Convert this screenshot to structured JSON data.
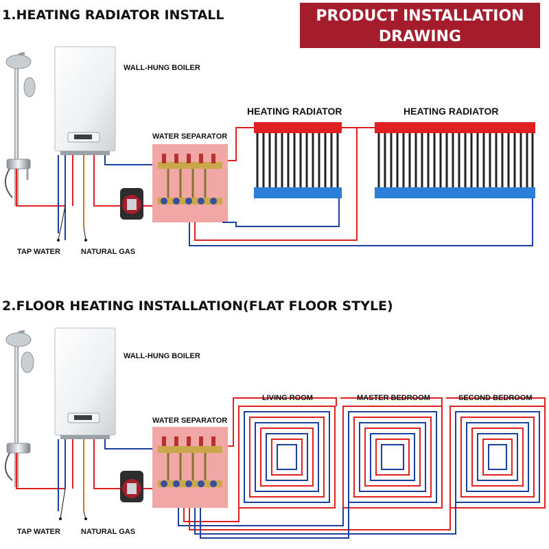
{
  "banner": {
    "line1": "PRODUCT INSTALLATION",
    "line2": "DRAWING"
  },
  "section1": {
    "title": "1.HEATING RADIATOR INSTALL",
    "boiler_label": "WALL-HUNG BOILER",
    "separator_label": "WATER SEPARATOR",
    "radiator1_label": "HEATING RADIATOR",
    "radiator2_label": "HEATING RADIATOR",
    "tap_water_label": "TAP WATER",
    "natural_gas_label": "NATURAL GAS"
  },
  "section2": {
    "title": "2.FLOOR HEATING INSTALLATION(FLAT FLOOR STYLE)",
    "boiler_label": "WALL-HUNG BOILER",
    "separator_label": "WATER SEPARATOR",
    "room1_label": "LIVING ROOM",
    "room2_label": "MASTER BEDROOM",
    "room3_label": "SECOND BEDROOM",
    "tap_water_label": "TAP WATER",
    "natural_gas_label": "NATURAL GAS"
  },
  "colors": {
    "hot_pipe": "#e02020",
    "cold_pipe": "#1a3f9e",
    "gas_pipe": "#e06a1a",
    "banner_bg": "#a51d2d",
    "separator_bg": "#f2a7a7",
    "radiator_bar": "#222222",
    "radiator_cold": "#2b7fd8"
  },
  "icons": [
    "shower-icon",
    "boiler-icon",
    "pump-icon",
    "manifold-icon",
    "radiator-icon",
    "floor-coil-icon"
  ]
}
